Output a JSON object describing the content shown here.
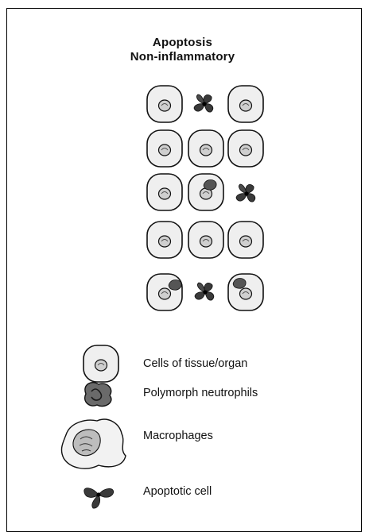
{
  "diagram": {
    "title_line1": "Apoptosis",
    "title_line2": "Non-inflammatory"
  },
  "legend": {
    "cells_label": "Cells of tissue/organ",
    "neutrophils_label": "Polymorph neutrophils",
    "macrophages_label": "Macrophages",
    "apoptotic_label": "Apoptotic cell"
  },
  "colors": {
    "cell_fill": "#efefef",
    "nucleus_fill": "#cfcfcf",
    "apoptotic_fill": "#3a3a3a",
    "neutrophil_fill": "#555555"
  }
}
